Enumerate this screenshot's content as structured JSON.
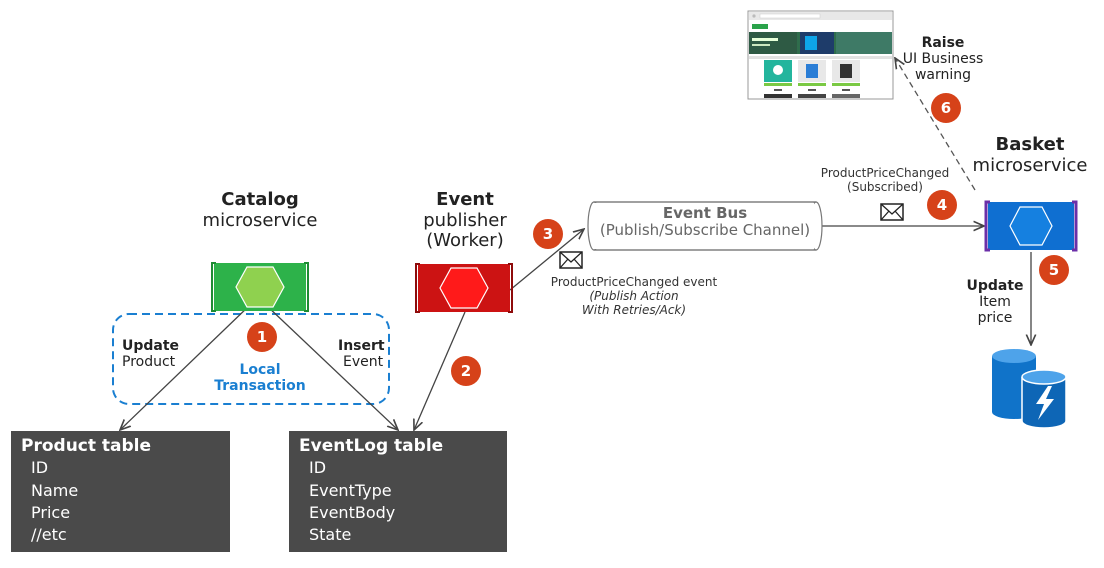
{
  "catalog": {
    "title": "Catalog",
    "subtitle": "microservice"
  },
  "publisher": {
    "title": "Event",
    "line2": "publisher",
    "line3": "(Worker)"
  },
  "bus": {
    "title": "Event Bus",
    "subtitle": "(Publish/Subscribe Channel)"
  },
  "basket": {
    "title": "Basket",
    "subtitle": "microservice"
  },
  "transaction": {
    "update_bold": "Update",
    "update_rest": "Product",
    "insert_bold": "Insert",
    "insert_rest": "Event",
    "local_line1": "Local",
    "local_line2": "Transaction"
  },
  "product_table": {
    "title": "Product table",
    "fields": [
      "ID",
      "Name",
      "Price",
      "//etc"
    ]
  },
  "eventlog_table": {
    "title": "EventLog table",
    "fields": [
      "ID",
      "EventType",
      "EventBody",
      "State"
    ]
  },
  "publish_note": {
    "line1": "ProductPriceChanged event",
    "line2": "(Publish Action",
    "line3": "With Retries/Ack)"
  },
  "subscribe_note": {
    "line1": "ProductPriceChanged",
    "line2": "(Subscribed)"
  },
  "update_price": {
    "bold": "Update",
    "line2": "Item",
    "line3": "price"
  },
  "raise_warning": {
    "bold": "Raise",
    "line2": "UI Business",
    "line3": "warning"
  },
  "steps": [
    "1",
    "2",
    "3",
    "4",
    "5",
    "6"
  ],
  "colors": {
    "catalog_green": "#2db24a",
    "catalog_hex": "#8fd14f",
    "publisher_red": "#cc1313",
    "publisher_hex": "#ff1a1a",
    "basket_blue": "#0f6fd1",
    "basket_bracket": "#6b2fa8",
    "step_badge": "#d64219",
    "local_tx_blue": "#1a7fd1",
    "table_bg": "#4a4a4a",
    "db_blue": "#1073c9"
  },
  "icons": [
    "catalog-hexagon-icon",
    "publisher-hexagon-icon",
    "basket-hexagon-icon",
    "envelope-icon",
    "database-icon",
    "webpage-screenshot-icon"
  ]
}
